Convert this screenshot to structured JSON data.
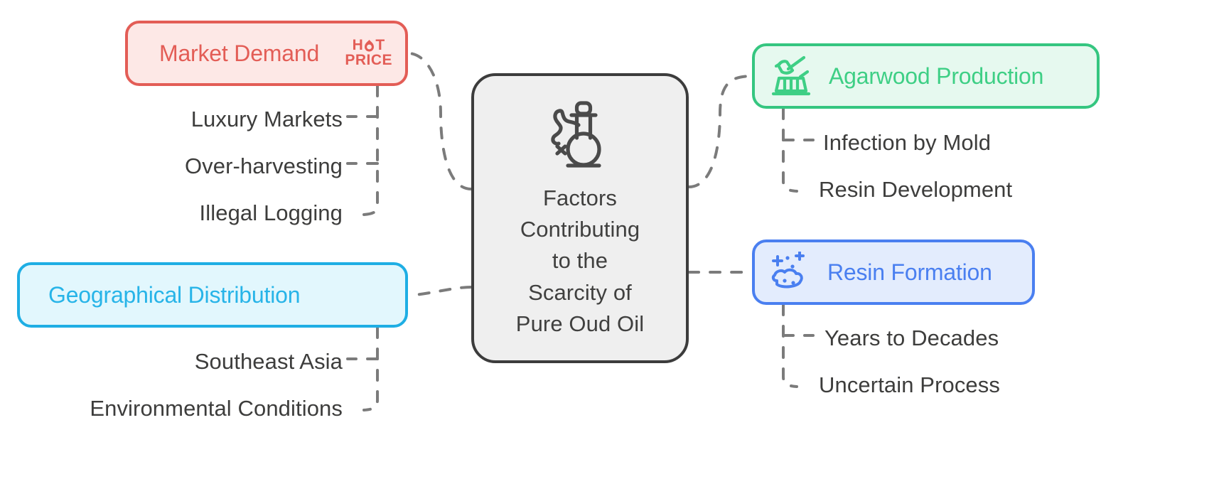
{
  "diagram": {
    "title_center": "Factors\nContributing\nto the\nScarcity of\nPure Oud Oil",
    "center_icon": "perfume-bottle-icon",
    "colors": {
      "center_fill": "#efefef",
      "center_border": "#3c3c3c",
      "red": "#e35d56",
      "red_fill": "#fde8e6",
      "cyan": "#27b4e8",
      "cyan_fill": "#e2f7fd",
      "green": "#3ecf85",
      "green_fill": "#e6f9ef",
      "blue": "#4a7ff0",
      "blue_fill": "#e3ecfd",
      "connector": "#7b7b7b",
      "leaf_text": "#3d3d3c"
    },
    "branches": [
      {
        "id": "market-demand",
        "label": "Market Demand",
        "badge_line1": "HOT",
        "badge_line2": "PRICE",
        "icon": "flame-badge-icon",
        "leaves": [
          "Luxury Markets",
          "Over-harvesting",
          "Illegal Logging"
        ]
      },
      {
        "id": "geographical-distribution",
        "label": "Geographical Distribution",
        "icon": "none",
        "leaves": [
          "Southeast Asia",
          "Environmental Conditions"
        ]
      },
      {
        "id": "agarwood-production",
        "label": "Agarwood Production",
        "icon": "axe-chopping-icon",
        "leaves": [
          "Infection by Mold",
          "Resin Development"
        ]
      },
      {
        "id": "resin-formation",
        "label": "Resin Formation",
        "icon": "sparkle-cloud-icon",
        "leaves": [
          "Years to Decades",
          "Uncertain Process"
        ]
      }
    ]
  }
}
